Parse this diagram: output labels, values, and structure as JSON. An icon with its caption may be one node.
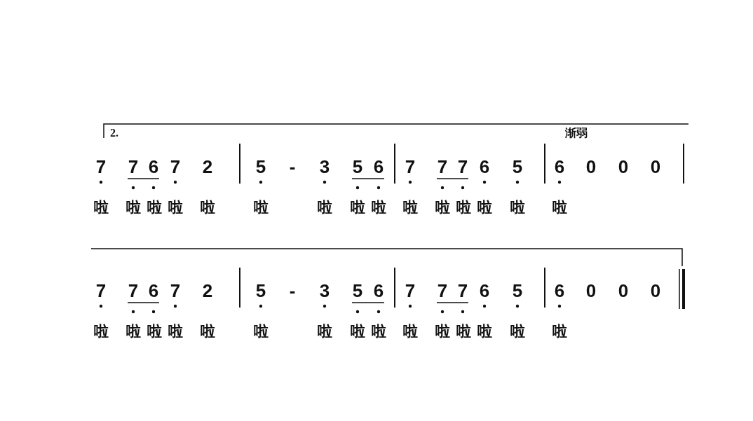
{
  "diagram": {
    "labels": [
      "2.",
      "渐弱",
      "7",
      "7",
      "6",
      "7",
      "2",
      "5",
      "-",
      "3",
      "5",
      "6",
      "7",
      "7",
      "7",
      "6",
      "5",
      "6",
      "0",
      "0",
      "0",
      "啦",
      "啦",
      "啦",
      "啦",
      "啦",
      "啦",
      "啦",
      "啦",
      "啦",
      "啦",
      "啦",
      "啦",
      "啦",
      "啦",
      "啦",
      "7",
      "7",
      "6",
      "7",
      "2",
      "5",
      "-",
      "3",
      "5",
      "6",
      "7",
      "7",
      "7",
      "6",
      "5",
      "6",
      "0",
      "0",
      "0",
      "啦",
      "啦",
      "啦",
      "啦",
      "啦",
      "啦",
      "啦",
      "啦",
      "啦",
      "啦",
      "啦",
      "啦",
      "啦",
      "啦",
      "啦"
    ]
  }
}
